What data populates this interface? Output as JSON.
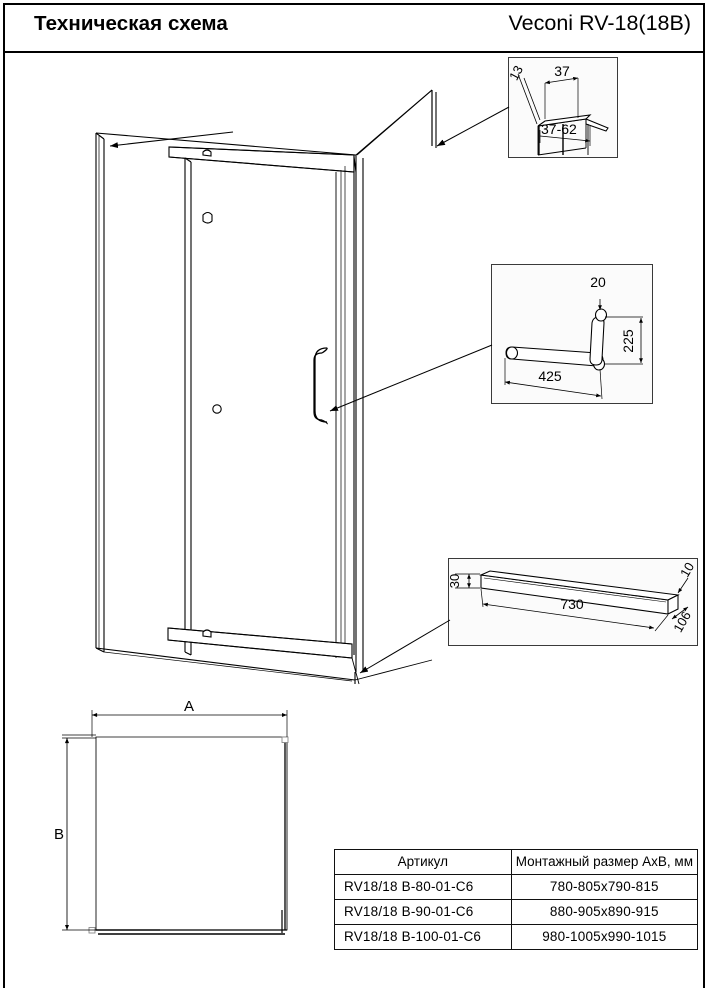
{
  "header": {
    "title": "Техническая схема",
    "model": "Veconi RV-18(18B)"
  },
  "main_drawing": {
    "name": "shower-enclosure-isometric",
    "description": "Изометрическая схема душевого уголка с распашной дверью"
  },
  "callouts": {
    "profile": {
      "name": "profile-detail",
      "dims": {
        "thickness": "13",
        "width": "37",
        "adjust_range": "37-62"
      }
    },
    "handle": {
      "name": "handle-detail",
      "dims": {
        "grip": "20",
        "height": "225",
        "length": "425"
      }
    },
    "shelf": {
      "name": "threshold-profile-detail",
      "dims": {
        "height": "30",
        "length": "730",
        "lip": "10",
        "depth": "106"
      }
    }
  },
  "plan_view": {
    "name": "plan-view",
    "label_a": "A",
    "label_b": "B"
  },
  "spec_table": {
    "headers": [
      "Артикул",
      "Монтажный размер АхВ, мм"
    ],
    "rows": [
      {
        "article": "RV18/18 B-80-01-C6",
        "mount": "780-805x790-815"
      },
      {
        "article": "RV18/18 B-90-01-C6",
        "mount": "880-905x890-915"
      },
      {
        "article": "RV18/18 B-100-01-C6",
        "mount": "980-1005x990-1015"
      }
    ]
  },
  "colors": {
    "line": "#000000",
    "frame": "#000000",
    "glass": "#ffffff",
    "callout_border": "#3a3a3a"
  }
}
